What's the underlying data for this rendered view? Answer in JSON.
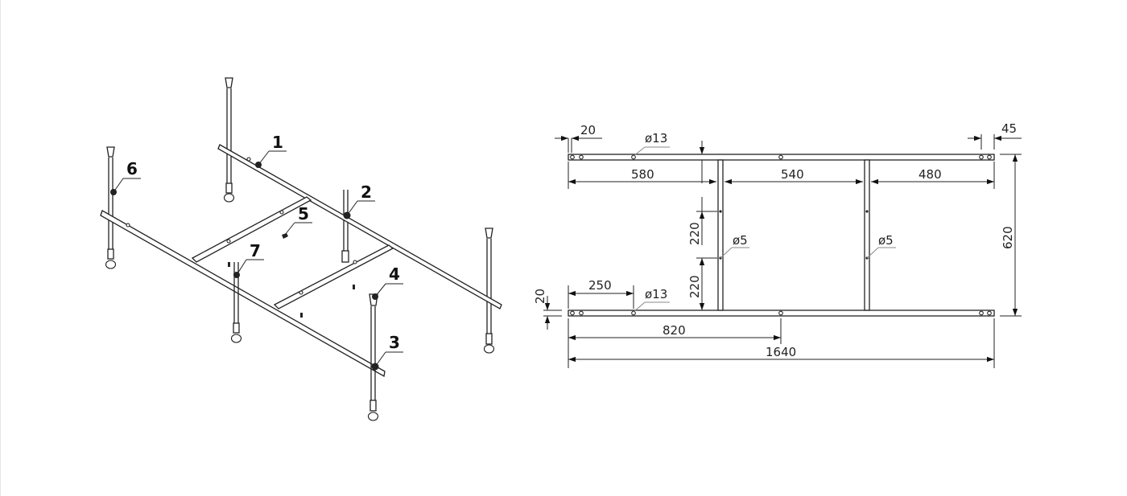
{
  "isometric_view": {
    "callouts": [
      "1",
      "2",
      "3",
      "4",
      "5",
      "6",
      "7"
    ]
  },
  "plan_view": {
    "dimensions": {
      "end_offset": "20",
      "end_offset_right": "45",
      "hole_large_top": "ø13",
      "hole_large_bottom": "ø13",
      "hole_small_left": "ø5",
      "hole_small_right": "ø5",
      "span_left": "580",
      "span_middle": "540",
      "span_right": "480",
      "vertical_upper": "220",
      "vertical_lower": "220",
      "rail_width": "20",
      "hole_offset": "250",
      "half_length": "820",
      "total_length": "1640",
      "total_width": "620"
    }
  }
}
